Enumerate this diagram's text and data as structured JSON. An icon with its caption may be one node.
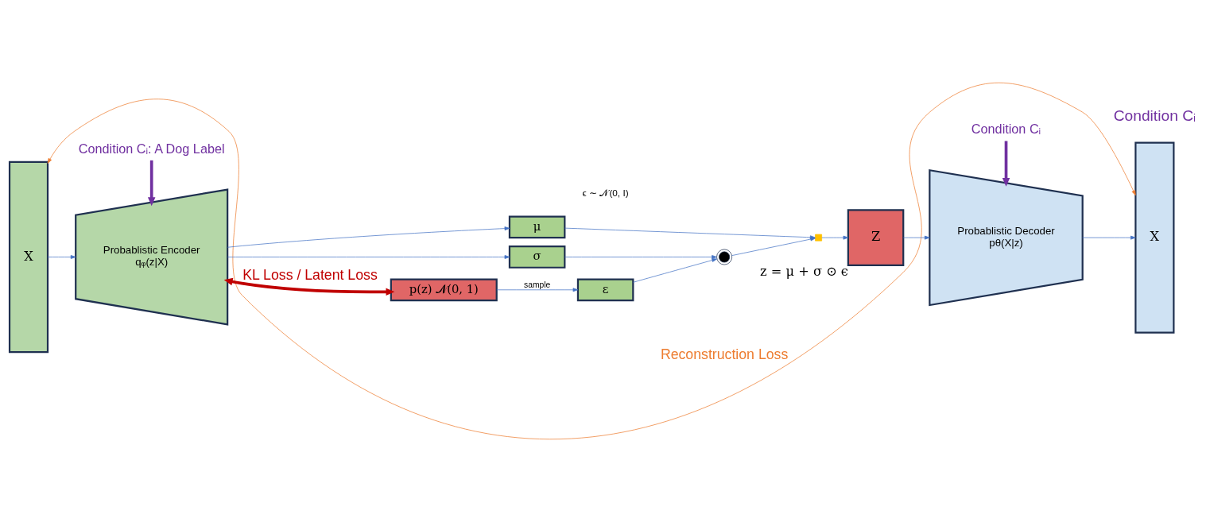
{
  "diagram": {
    "nodes": [
      {
        "text": [
          "X"
        ]
      },
      {
        "text": [
          "Condition Cᵢ: A Dog Label"
        ]
      },
      {
        "text": [
          "Probablistic Encoder",
          "qᵩ(z|X)"
        ]
      },
      {
        "text": [
          "μ"
        ]
      },
      {
        "text": [
          "σ"
        ]
      },
      {
        "text": [
          "ε"
        ]
      },
      {
        "text": [
          "p(z) 𝓝(0, 1)"
        ]
      },
      {
        "text": [],
        "shape": "circle"
      },
      {
        "text": [],
        "shape": "plus"
      },
      {
        "text": [
          "Z"
        ],
        "beside": [
          "z = μ + σ ⊙ ϵ"
        ]
      },
      {
        "text": [
          "Condition Cᵢ"
        ]
      },
      {
        "text": [
          "Probablistic Decoder",
          "pθ(X|z)"
        ]
      },
      {
        "text": [
          "X"
        ]
      }
    ],
    "edges": [
      {
        "from": 0,
        "to": 12,
        "arrow": "both",
        "label": "Reconstruction Loss",
        "color": "#ed7d31"
      },
      {
        "from": 0,
        "to": 2,
        "arrow": "to"
      },
      {
        "from": 1,
        "to": 2,
        "arrow": "to",
        "color": "#7030a0",
        "style": "thick"
      },
      {
        "from": 2,
        "to": 3,
        "arrow": "to"
      },
      {
        "from": 2,
        "to": 4,
        "arrow": "to"
      },
      {
        "from": 3,
        "to": 8,
        "arrow": "to"
      },
      {
        "from": 4,
        "to": 7,
        "arrow": "to"
      },
      {
        "from": 5,
        "to": 7,
        "arrow": "to"
      },
      {
        "from": 7,
        "to": 8,
        "arrow": "to"
      },
      {
        "from": 8,
        "to": 9,
        "arrow": "to"
      },
      {
        "from": 9,
        "to": 11,
        "arrow": "to"
      },
      {
        "from": 10,
        "to": 11,
        "arrow": "to",
        "color": "#7030a0",
        "style": "thick"
      },
      {
        "from": 11,
        "to": 12,
        "arrow": "to"
      },
      {
        "from": 2,
        "to": 6,
        "arrow": "both",
        "label": "KL Loss / Latent Loss",
        "color": "#c00000",
        "style": "thick"
      },
      {
        "from": 6,
        "to": 5,
        "arrow": "to",
        "label": "sample"
      }
    ],
    "labels": [
      "ϵ ∼ 𝒩(0, I)",
      "Condition Cᵢ"
    ]
  }
}
